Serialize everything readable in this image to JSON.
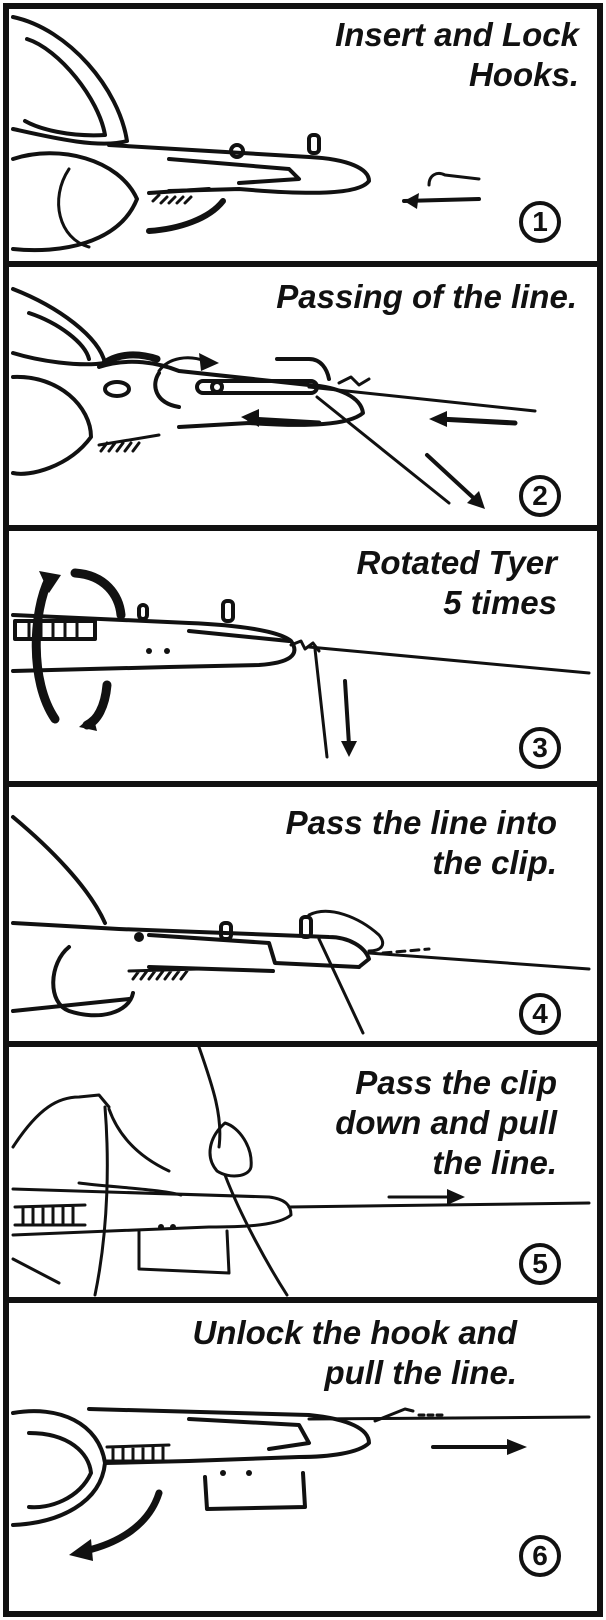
{
  "steps": [
    {
      "number": "1",
      "caption": "Insert and Lock\nHooks."
    },
    {
      "number": "2",
      "caption": "Passing of the line."
    },
    {
      "number": "3",
      "caption": "Rotated Tyer\n5 times"
    },
    {
      "number": "4",
      "caption": "Pass the line into\nthe clip."
    },
    {
      "number": "5",
      "caption": "Pass the clip\ndown and pull\nthe line."
    },
    {
      "number": "6",
      "caption": "Unlock the hook and\npull the line."
    }
  ],
  "colors": {
    "ink": "#111111",
    "paper": "#ffffff"
  }
}
